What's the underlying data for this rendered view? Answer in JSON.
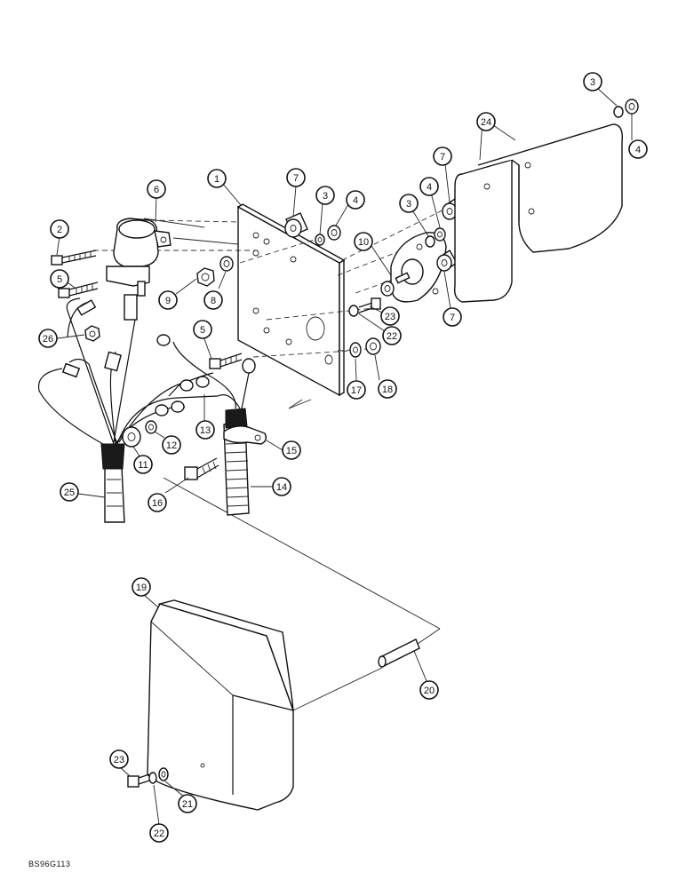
{
  "figure_id": "BS96G113",
  "callouts": [
    {
      "id": "c1",
      "label": "1"
    },
    {
      "id": "c2",
      "label": "2"
    },
    {
      "id": "c3a",
      "label": "3"
    },
    {
      "id": "c3b",
      "label": "3"
    },
    {
      "id": "c3c",
      "label": "3"
    },
    {
      "id": "c4a",
      "label": "4"
    },
    {
      "id": "c4b",
      "label": "4"
    },
    {
      "id": "c4c",
      "label": "4"
    },
    {
      "id": "c5a",
      "label": "5"
    },
    {
      "id": "c5b",
      "label": "5"
    },
    {
      "id": "c6",
      "label": "6"
    },
    {
      "id": "c7a",
      "label": "7"
    },
    {
      "id": "c7b",
      "label": "7"
    },
    {
      "id": "c7c",
      "label": "7"
    },
    {
      "id": "c8",
      "label": "8"
    },
    {
      "id": "c9",
      "label": "9"
    },
    {
      "id": "c10",
      "label": "10"
    },
    {
      "id": "c11",
      "label": "11"
    },
    {
      "id": "c12",
      "label": "12"
    },
    {
      "id": "c13",
      "label": "13"
    },
    {
      "id": "c14",
      "label": "14"
    },
    {
      "id": "c15",
      "label": "15"
    },
    {
      "id": "c16",
      "label": "16"
    },
    {
      "id": "c17",
      "label": "17"
    },
    {
      "id": "c18",
      "label": "18"
    },
    {
      "id": "c19",
      "label": "19"
    },
    {
      "id": "c20",
      "label": "20"
    },
    {
      "id": "c21",
      "label": "21"
    },
    {
      "id": "c22a",
      "label": "22"
    },
    {
      "id": "c22b",
      "label": "22"
    },
    {
      "id": "c23a",
      "label": "23"
    },
    {
      "id": "c23b",
      "label": "23"
    },
    {
      "id": "c24",
      "label": "24"
    },
    {
      "id": "c25",
      "label": "25"
    },
    {
      "id": "c26",
      "label": "26"
    }
  ]
}
